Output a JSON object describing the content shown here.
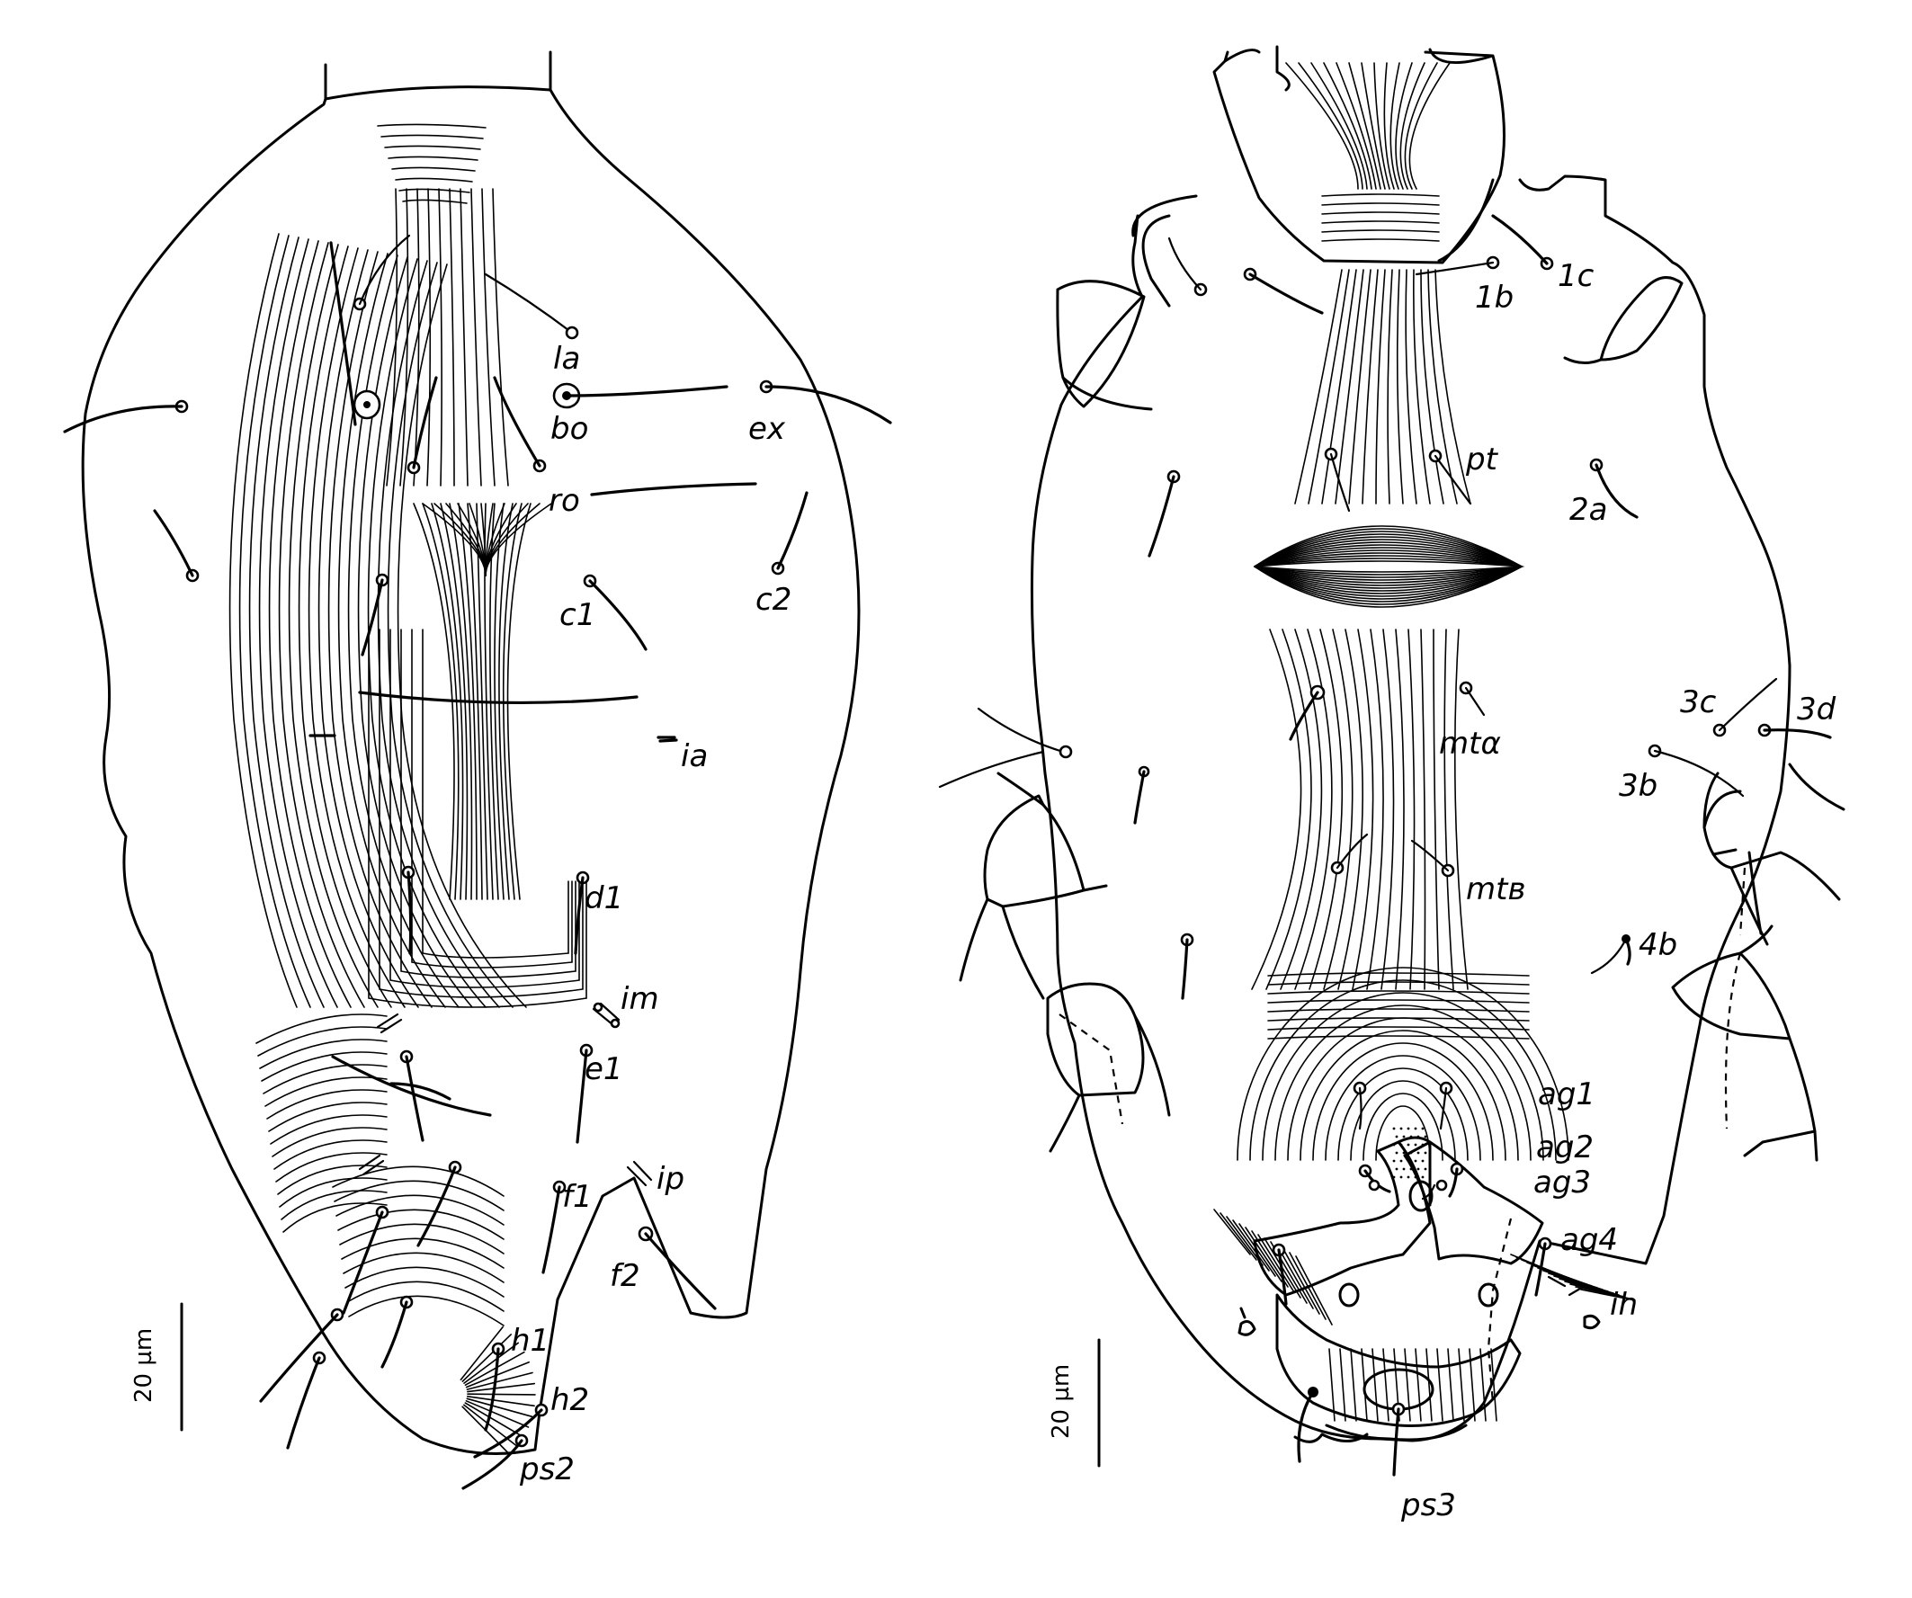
{
  "dorsal": {
    "scale_bar": "20 µm",
    "labels": {
      "la": "la",
      "bo": "bo",
      "ex": "ex",
      "ro": "ro",
      "c1": "c1",
      "c2": "c2",
      "ia": "ia",
      "d1": "d1",
      "im": "im",
      "e1": "e1",
      "ip": "ip",
      "f1": "f1",
      "f2": "f2",
      "h1": "h1",
      "h2": "h2",
      "ps2": "ps2"
    }
  },
  "ventral": {
    "scale_bar": "20 µm",
    "labels": {
      "1b": "1b",
      "1c": "1c",
      "pt": "pt",
      "2a": "2a",
      "3c": "3c",
      "3d": "3d",
      "mta": "mtα",
      "3b": "3b",
      "mtb": "mtв",
      "4b": "4b",
      "ag1": "ag1",
      "ag2": "ag2",
      "ag3": "ag3",
      "ag4": "ag4",
      "ih": "ih",
      "ps3": "ps3"
    }
  }
}
